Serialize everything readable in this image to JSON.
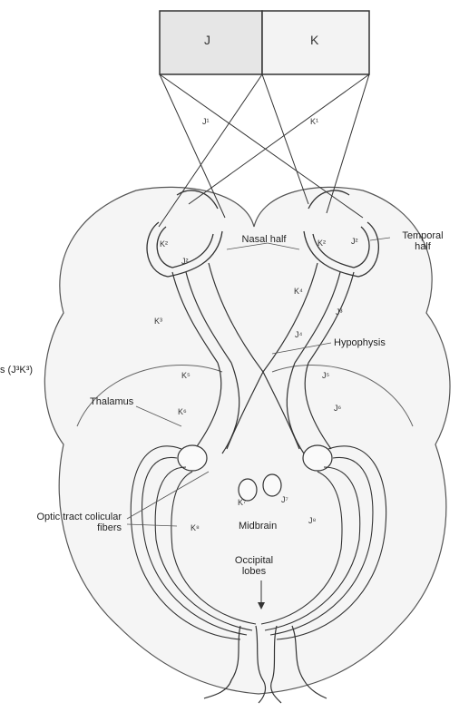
{
  "visual_field": {
    "left": "J",
    "right": "K"
  },
  "labels": {
    "nasal_half": "Nasal half",
    "temporal_half": "Temporal half",
    "hypophysis": "Hypophysis",
    "thalamus": "Thalamus",
    "optic_tract_colicular": "Optic tract colicular fibers",
    "midbrain": "Midbrain",
    "occipital_lobes": "Occipital lobes",
    "left_margin": "s (J³K³)"
  },
  "fiber_labels": {
    "j1": "J¹",
    "k1": "K¹",
    "k2": "K²",
    "j2": "J²",
    "k2b": "K²",
    "j2b": "J²",
    "k3": "K³",
    "j3": "J³",
    "k4": "K⁴",
    "j4": "J⁴",
    "k5": "K⁵",
    "j5": "J⁵",
    "k6": "K⁶",
    "j6": "J⁶",
    "k7": "K⁷",
    "j7": "J⁷",
    "k8": "K⁸",
    "j8": "J⁸"
  },
  "colors": {
    "line": "#3a3a3a",
    "brain": "#f4f4f4",
    "field_left": "#e6e6e6",
    "field_right": "#f3f3f3"
  }
}
